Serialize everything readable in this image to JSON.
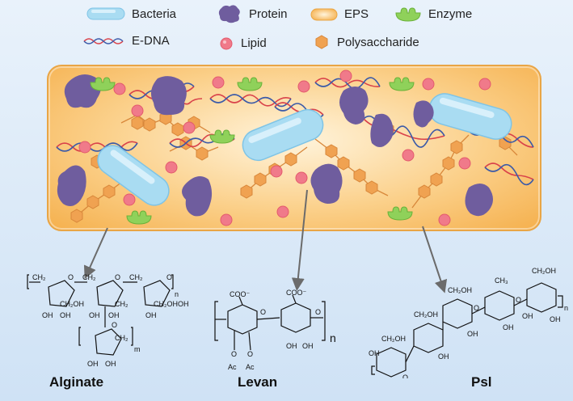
{
  "legend": {
    "bacteria": "Bacteria",
    "protein": "Protein",
    "eps": "EPS",
    "enzyme": "Enzyme",
    "edna": "E-DNA",
    "lipid": "Lipid",
    "polysaccharide": "Polysaccharide"
  },
  "structures": {
    "alginate": "Alginate",
    "levan": "Levan",
    "psl": "Psl"
  },
  "colors": {
    "bacteria": "#a9dcf2",
    "protein": "#6f5d9e",
    "eps": "#f5b04d",
    "enzyme": "#8fd15a",
    "lipid": "#f07a8a",
    "polysaccharide": "#f0a251",
    "dna_red": "#d9424a",
    "dna_blue": "#3b5aa8"
  }
}
